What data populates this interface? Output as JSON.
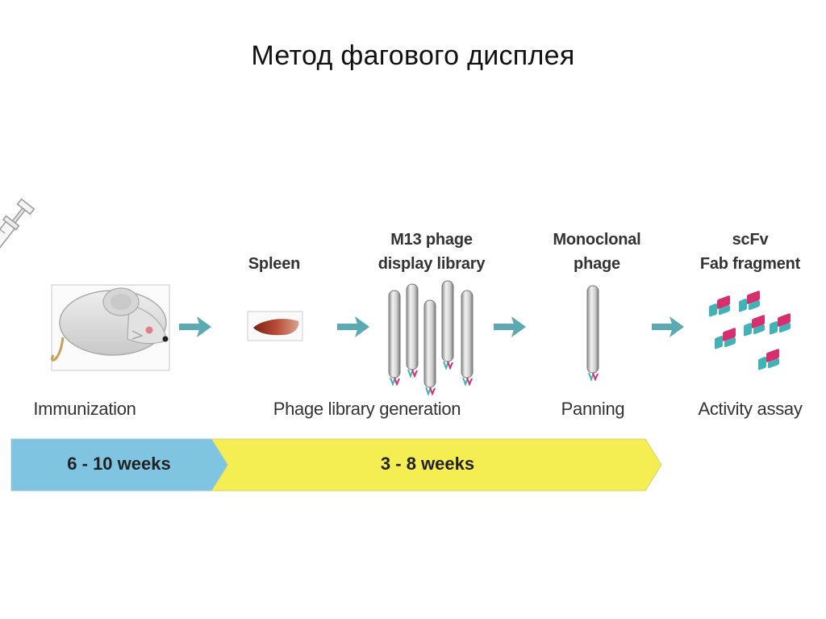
{
  "title": "Метод фагового дисплея",
  "stages": [
    {
      "label": "Spleen"
    },
    {
      "label_line1": "M13 phage",
      "label_line2": "display library"
    },
    {
      "label_line1": "Monoclonal",
      "label_line2": "phage"
    },
    {
      "label_line1": "scFv",
      "label_line2": "Fab fragment"
    }
  ],
  "steps": {
    "immunization": "Immunization",
    "library": "Phage library generation",
    "panning": "Panning",
    "assay": "Activity assay"
  },
  "timeline": {
    "first": "6 - 10 weeks",
    "second": "3 - 8 weeks",
    "first_color": "#7fc4e0",
    "second_color": "#f4ee52"
  },
  "colors": {
    "arrow": "#5aa9b3",
    "phage_tube": "#d4d4d4",
    "antibody_pink": "#d62e6f",
    "antibody_teal": "#41b3b7"
  },
  "icons": [
    "syringe-icon",
    "mouse-icon",
    "spleen-icon",
    "phage-icon",
    "antibody-icon",
    "arrow-icon"
  ]
}
